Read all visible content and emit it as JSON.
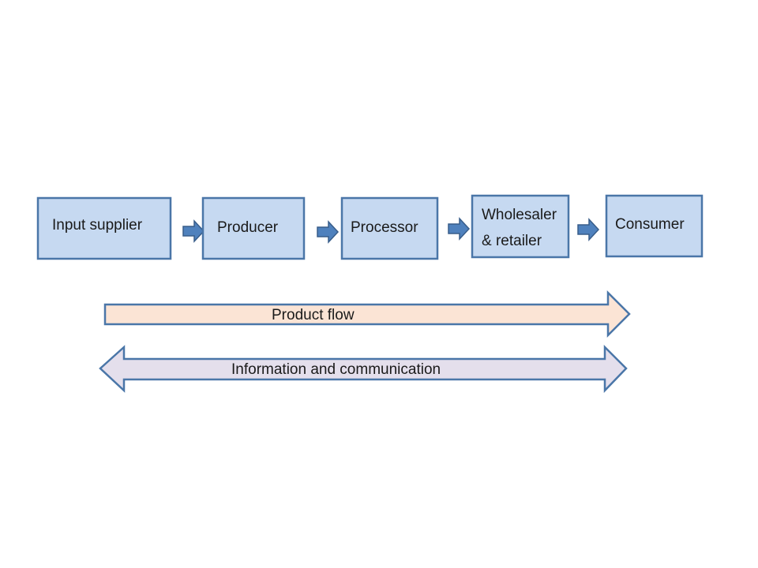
{
  "nodes": [
    {
      "id": "input-supplier",
      "label": "Input supplier"
    },
    {
      "id": "producer",
      "label": "Producer"
    },
    {
      "id": "processor",
      "label": "Processor"
    },
    {
      "id": "wholesaler-retailer",
      "label_line1": "Wholesaler",
      "label_line2": "& retailer"
    },
    {
      "id": "consumer",
      "label": "Consumer"
    }
  ],
  "flows": {
    "product": {
      "label": "Product flow",
      "direction": "right"
    },
    "information": {
      "label": "Information and communication",
      "direction": "both"
    }
  },
  "colors": {
    "node_fill": "#c6d9f1",
    "node_stroke": "#4a76a8",
    "link_arrow": "#4f81bd",
    "product_flow_fill": "#fbe4d5",
    "information_flow_fill": "#e4dfec"
  }
}
